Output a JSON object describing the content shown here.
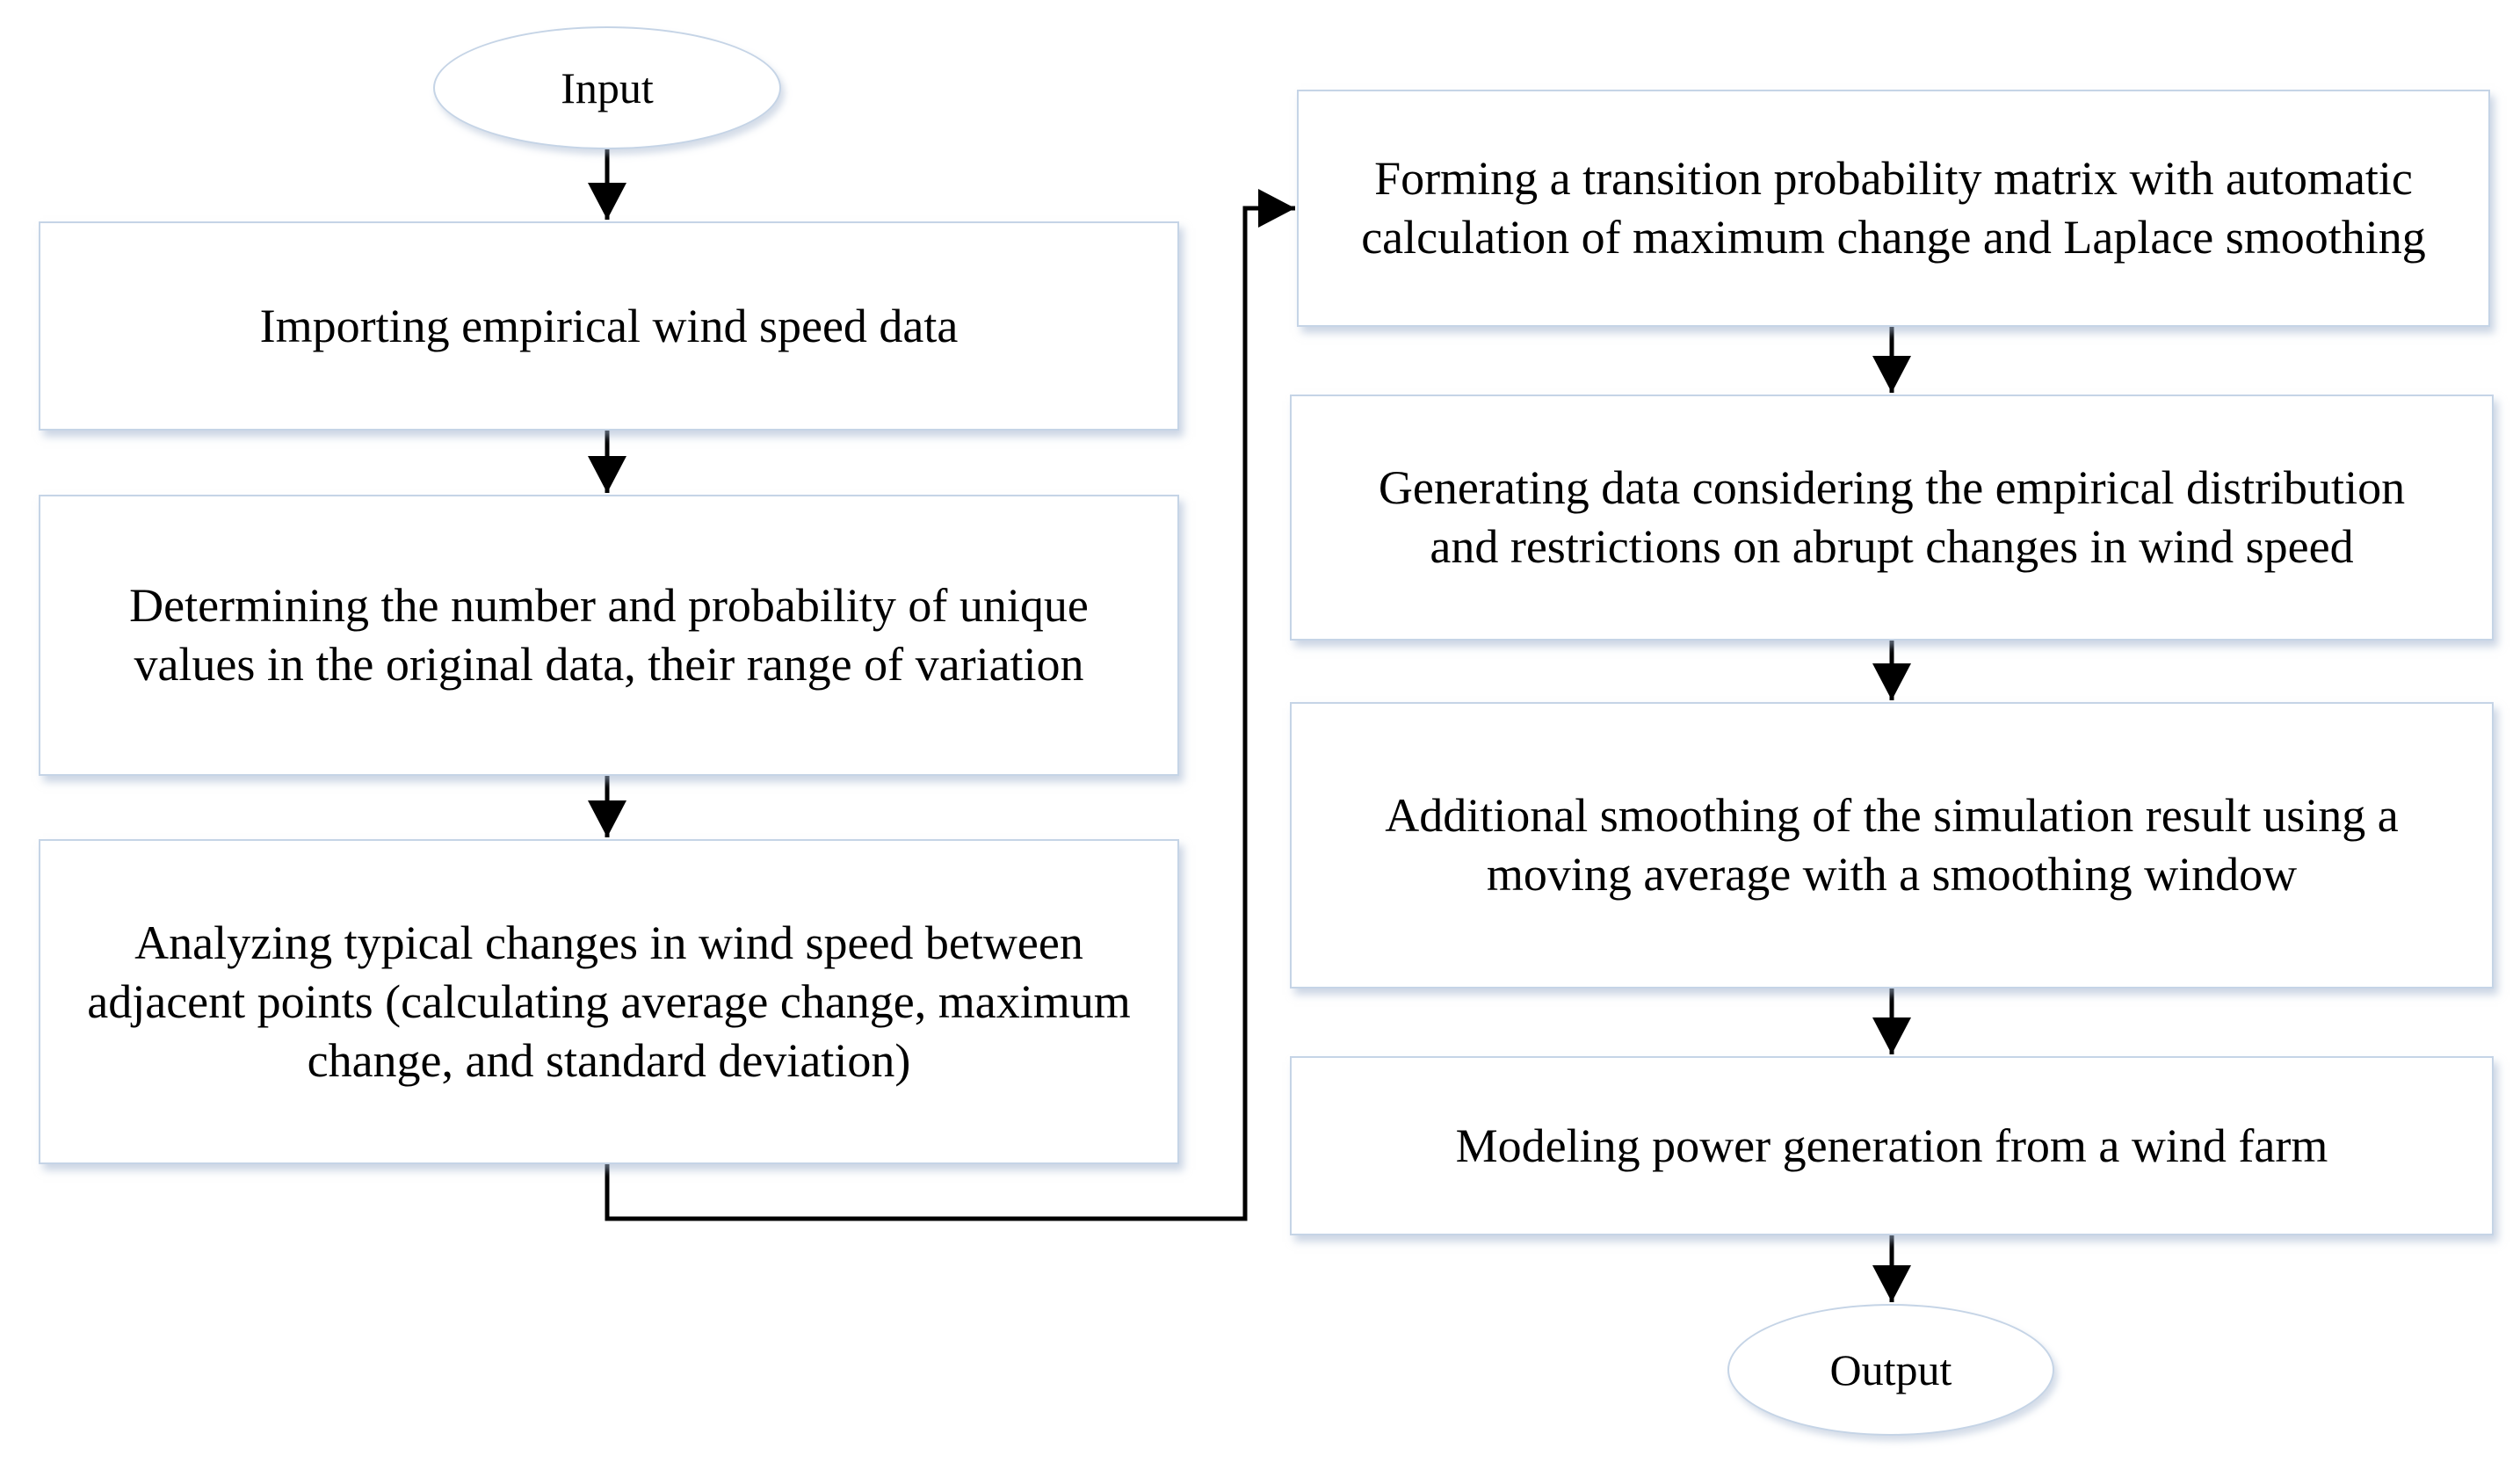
{
  "flowchart": {
    "start": "Input",
    "end": "Output",
    "steps": [
      "Importing empirical wind speed data",
      "Determining the number and probability of unique values in the original data, their range of variation",
      "Analyzing typical changes in wind speed between adjacent points (calculating average change, maximum change, and standard deviation)",
      "Forming a transition probability matrix with automatic calculation of maximum change and Laplace smoothing",
      "Generating data considering the empirical distribution and restrictions on abrupt changes in wind speed",
      "Additional smoothing of the simulation result using a moving average with a smoothing window",
      "Modeling power generation from a wind farm"
    ],
    "step_lines": [
      [
        "Importing empirical wind speed data"
      ],
      [
        "Determining the number and probability of unique",
        "values in the original data, their range of variation"
      ],
      [
        "Analyzing typical changes in wind speed between",
        "adjacent points (calculating average change, maximum",
        "change, and standard deviation)"
      ],
      [
        "Forming a transition probability matrix with automatic",
        "calculation of maximum change and Laplace smoothing"
      ],
      [
        "Generating data considering the empirical distribution",
        "and restrictions on abrupt changes in wind speed"
      ],
      [
        "Additional smoothing of the simulation result using a",
        "moving average with a smoothing window"
      ],
      [
        "Modeling power generation from a wind farm"
      ]
    ]
  },
  "colors": {
    "box_border": "#c5d4e6",
    "box_shadow": "#a0b2cd",
    "arrow": "#000000",
    "text": "#000000",
    "background": "#ffffff"
  }
}
